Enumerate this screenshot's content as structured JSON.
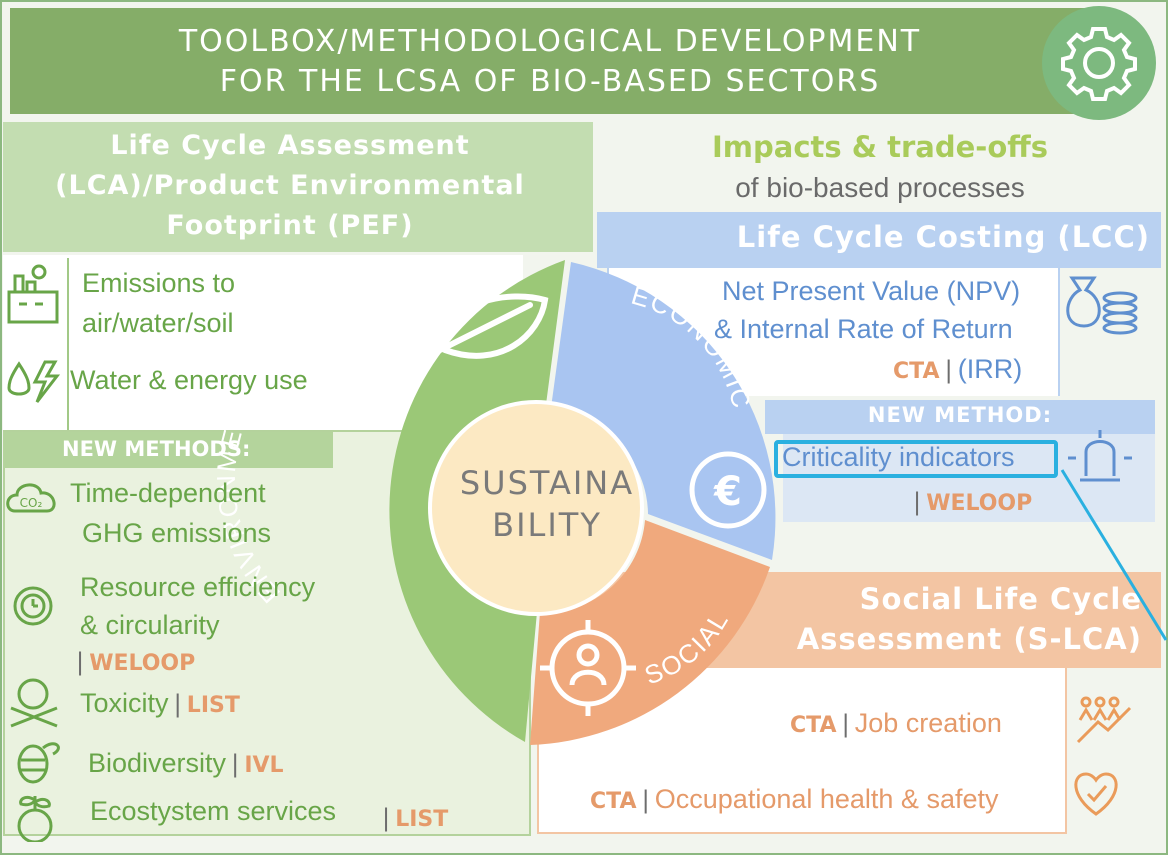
{
  "header": {
    "title_line1": "TOOLBOX/METHODOLOGICAL DEVELOPMENT",
    "title_line2": "FOR THE LCSA OF BIO-BASED SECTORS"
  },
  "lca": {
    "title_line1": "Life Cycle Assessment",
    "title_line2": "(LCA)/Product Environmental",
    "title_line3": "Footprint (PEF)",
    "emissions_line1": "Emissions to",
    "emissions_line2": "air/water/soil",
    "water_energy": "Water & energy use",
    "new_methods_label": "NEW METHODS:",
    "ghg_line1": "Time-dependent",
    "ghg_line2": "GHG emissions",
    "resource_line1": "Resource efficiency",
    "resource_line2": "& circularity",
    "resource_partner": "WELOOP",
    "toxicity": "Toxicity",
    "toxicity_partner": "LIST",
    "biodiversity": "Biodiversity",
    "biodiversity_partner": "IVL",
    "ecosystem": "Ecostystem services",
    "ecosystem_partner": "LIST",
    "separator": "|"
  },
  "center": {
    "label_line1": "SUSTAINA",
    "label_line2": "BILITY",
    "segment_environmental": "ENVIRONMEMTAL",
    "segment_economic": "ECONOMIC",
    "segment_social": "SOCIAL"
  },
  "impacts": {
    "line1": "Impacts & trade-offs",
    "line2": "of bio-based processes"
  },
  "lcc": {
    "title": "Life Cycle Costing (LCC)",
    "npv_line1": "Net Present Value (NPV)",
    "npv_line2": "& Internal Rate of Return",
    "npv_partner": "CTA",
    "irr": "(IRR)",
    "new_method_label": "NEW METHOD:",
    "criticality": "Criticality indicators",
    "criticality_partner": "WELOOP",
    "separator": "|"
  },
  "slca": {
    "title_line1": "Social Life Cycle",
    "title_line2": "Assessment (S-LCA)",
    "job_partner": "CTA",
    "job": "Job creation",
    "ohs_partner": "CTA",
    "ohs": "Occupational health & safety",
    "separator": "|"
  },
  "colors": {
    "environmental": "#9bc877",
    "economic": "#a9c5f1",
    "social": "#f0a97d",
    "center": "#fce9c3",
    "highlight": "#2ab0e0"
  },
  "icons": [
    "gear-icon",
    "factory-icon",
    "water-energy-icon",
    "co2-icon",
    "gear-clock-icon",
    "skull-icon",
    "bee-icon",
    "plant-globe-icon",
    "leaf-icon",
    "euro-icon",
    "target-person-icon",
    "money-bag-icon",
    "siren-icon",
    "people-growth-icon",
    "heart-check-icon"
  ]
}
